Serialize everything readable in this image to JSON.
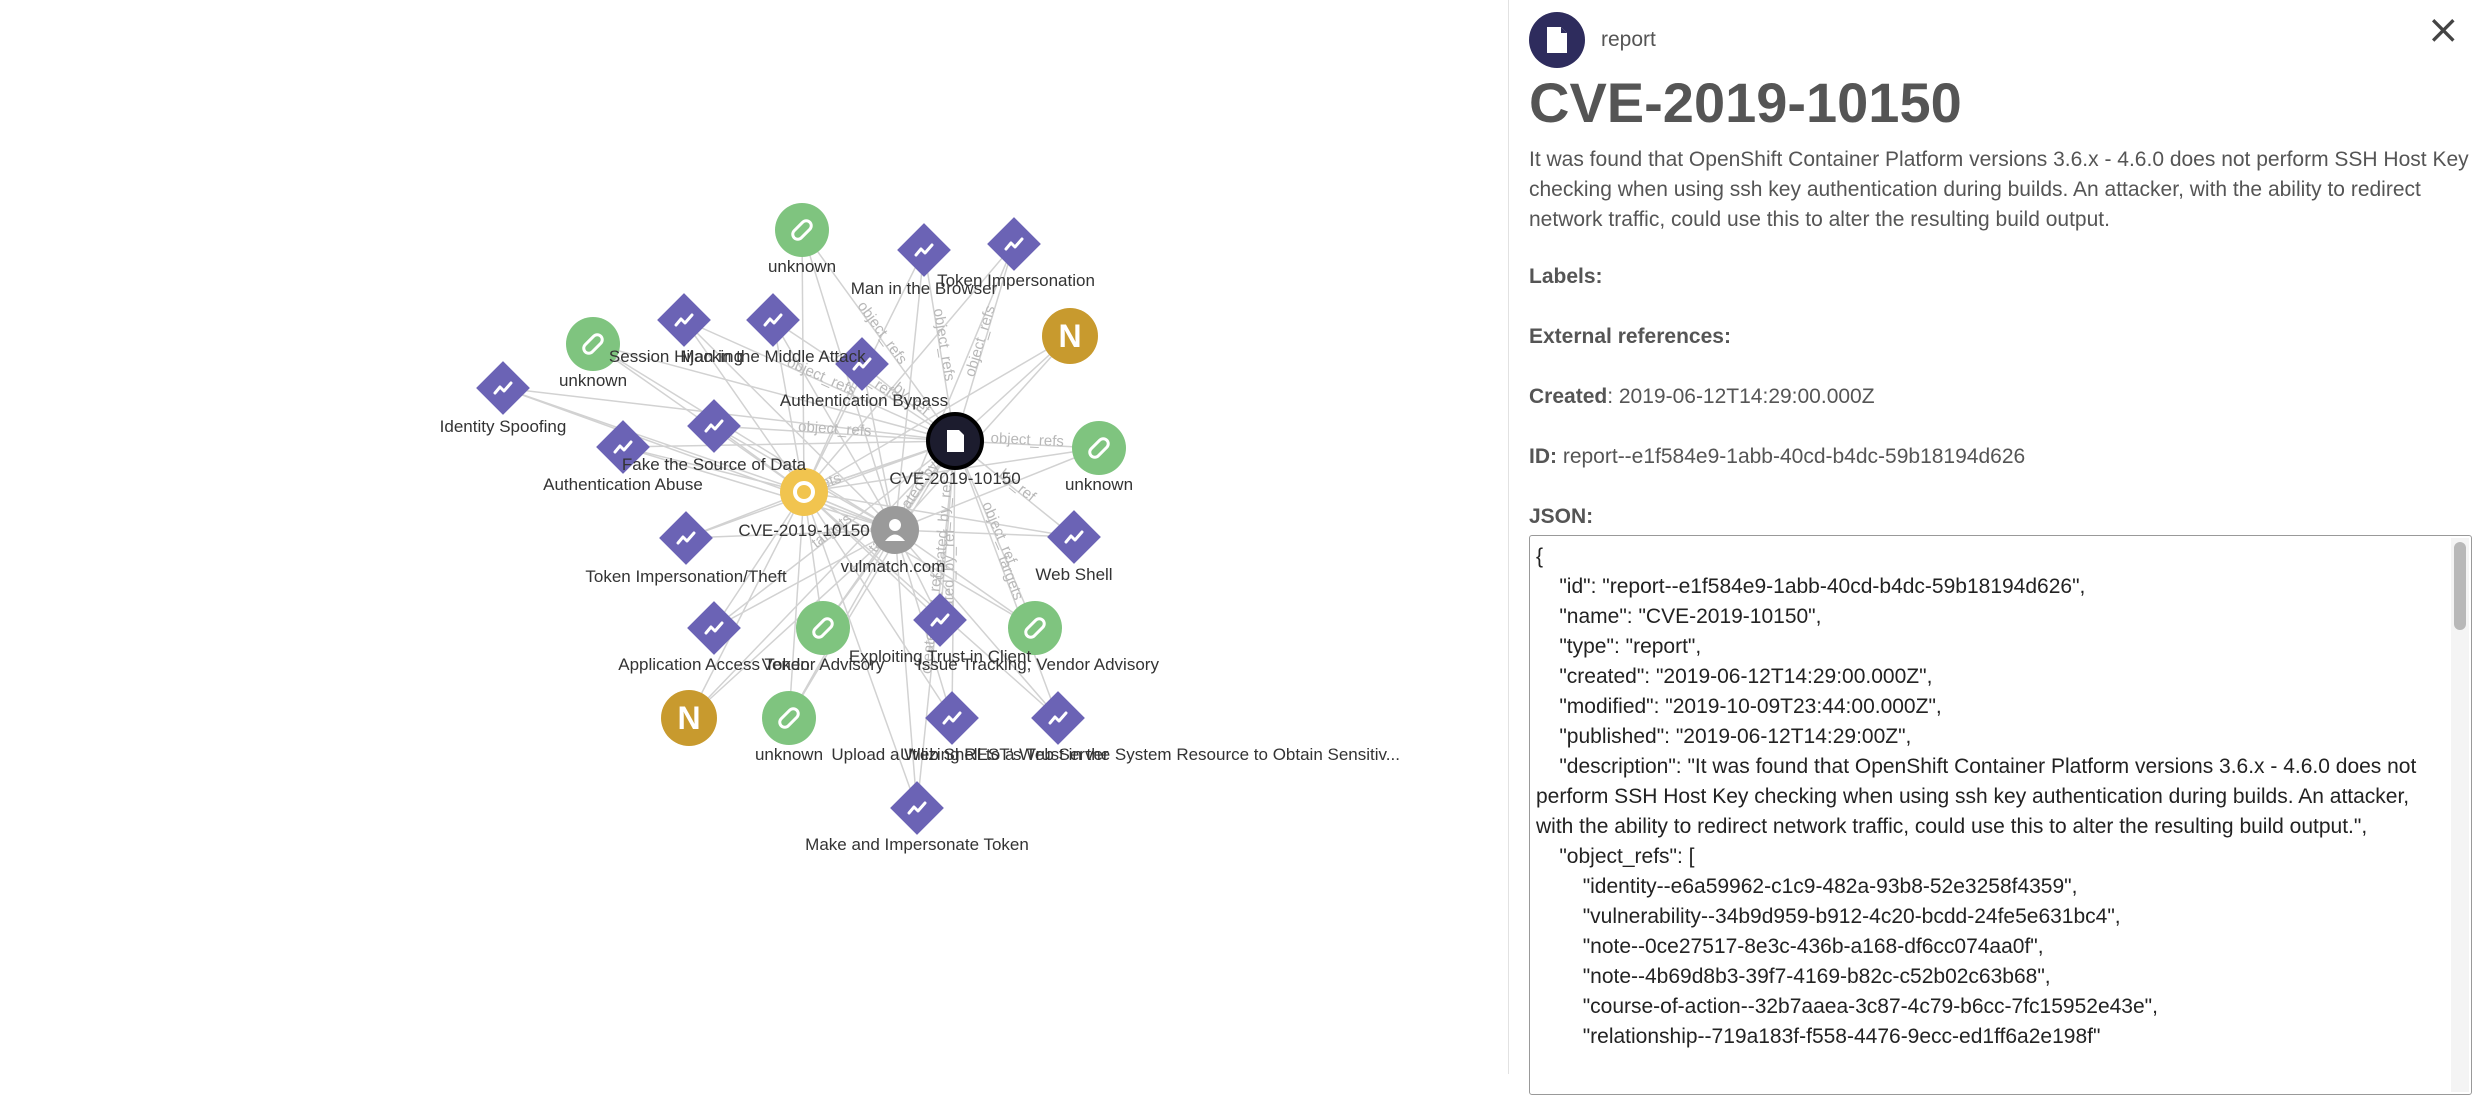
{
  "graph": {
    "colors": {
      "attack_pattern": "#6b63b5",
      "indicator": "#7fc47f",
      "note": "#c89a2e",
      "vulnerability": "#f1c44f",
      "identity": "#9a9a9a",
      "report": "#1c1c2e",
      "edge": "#d2d2d2"
    },
    "nodes": [
      {
        "id": "ind1",
        "type": "indicator",
        "label": "unknown"
      },
      {
        "id": "ap_mib",
        "type": "attack_pattern",
        "label": "Man in the Browser"
      },
      {
        "id": "ap_ti",
        "type": "attack_pattern",
        "label": "Token Impersonation"
      },
      {
        "id": "note1",
        "type": "note",
        "label": "N"
      },
      {
        "id": "ind2",
        "type": "indicator",
        "label": "unknown"
      },
      {
        "id": "ap_sh",
        "type": "attack_pattern",
        "label": "Session Hijacking"
      },
      {
        "id": "ap_mitm",
        "type": "attack_pattern",
        "label": "Man in the Middle Attack"
      },
      {
        "id": "ap_ab",
        "type": "attack_pattern",
        "label": "Authentication Bypass"
      },
      {
        "id": "ap_is",
        "type": "attack_pattern",
        "label": "Identity Spoofing"
      },
      {
        "id": "ap_fsd",
        "type": "attack_pattern",
        "label": "Fake the Source of Data"
      },
      {
        "id": "ap_aa",
        "type": "attack_pattern",
        "label": "Authentication Abuse"
      },
      {
        "id": "report",
        "type": "report",
        "label": "CVE-2019-10150"
      },
      {
        "id": "ind3",
        "type": "indicator",
        "label": "unknown"
      },
      {
        "id": "vuln",
        "type": "vulnerability",
        "label": "CVE-2019-10150"
      },
      {
        "id": "ap_tit",
        "type": "attack_pattern",
        "label": "Token Impersonation/Theft"
      },
      {
        "id": "identity",
        "type": "identity",
        "label": "vulmatch.com"
      },
      {
        "id": "ap_ws",
        "type": "attack_pattern",
        "label": "Web Shell"
      },
      {
        "id": "ap_aat",
        "type": "attack_pattern",
        "label": "Application Access Token"
      },
      {
        "id": "ind_va",
        "type": "indicator",
        "label": "Vendor Advisory"
      },
      {
        "id": "ap_etc",
        "type": "attack_pattern",
        "label": "Exploiting Trust in Client"
      },
      {
        "id": "ind_itva",
        "type": "indicator",
        "label": "Issue Tracking, Vendor Advisory"
      },
      {
        "id": "note2",
        "type": "note",
        "label": "N"
      },
      {
        "id": "ind4",
        "type": "indicator",
        "label": "unknown"
      },
      {
        "id": "ap_upl",
        "type": "attack_pattern",
        "label": "Upload a Web Shell to a Web Server"
      },
      {
        "id": "ap_rest",
        "type": "attack_pattern",
        "label": "Utilizing REST's Trust in the System Resource to Obtain Sensitiv..."
      },
      {
        "id": "ap_mit",
        "type": "attack_pattern",
        "label": "Make and Impersonate Token"
      }
    ],
    "edge_labels": [
      "object_refs",
      "object_refs",
      "object_refs",
      "object_refs",
      "by_ref",
      "object_refs",
      "object_refs",
      "object_refs",
      "created_by_ref",
      "targets",
      "targets",
      "targets",
      "created_by_ref",
      "created_by_ref",
      "by_ref",
      "targets",
      "object_ref",
      "created_by_ref"
    ]
  },
  "panel": {
    "type_label": "report",
    "close_icon": "×",
    "title": "CVE-2019-10150",
    "description": "It was found that OpenShift Container Platform versions 3.6.x - 4.6.0 does not perform SSH Host Key checking when using ssh key authentication during builds. An attacker, with the ability to redirect network traffic, could use this to alter the resulting build output.",
    "labels_label": "Labels:",
    "external_refs_label": "External references:",
    "created_label": "Created",
    "created_value": ": 2019-06-12T14:29:00.000Z",
    "id_label": "ID:",
    "id_value": " report--e1f584e9-1abb-40cd-b4dc-59b18194d626",
    "json_label": "JSON:",
    "json_text": "{\n    \"id\": \"report--e1f584e9-1abb-40cd-b4dc-59b18194d626\",\n    \"name\": \"CVE-2019-10150\",\n    \"type\": \"report\",\n    \"created\": \"2019-06-12T14:29:00.000Z\",\n    \"modified\": \"2019-10-09T23:44:00.000Z\",\n    \"published\": \"2019-06-12T14:29:00Z\",\n    \"description\": \"It was found that OpenShift Container Platform versions 3.6.x - 4.6.0 does not perform SSH Host Key checking when using ssh key authentication during builds. An attacker, with the ability to redirect network traffic, could use this to alter the resulting build output.\",\n    \"object_refs\": [\n        \"identity--e6a59962-c1c9-482a-93b8-52e3258f4359\",\n        \"vulnerability--34b9d959-b912-4c20-bcdd-24fe5e631bc4\",\n        \"note--0ce27517-8e3c-436b-a168-df6cc074aa0f\",\n        \"note--4b69d8b3-39f7-4169-b82c-c52b02c63b68\",\n        \"course-of-action--32b7aaea-3c87-4c79-b6cc-7fc15952e43e\",\n        \"relationship--719a183f-f558-4476-9ecc-ed1ff6a2e198f\""
  }
}
